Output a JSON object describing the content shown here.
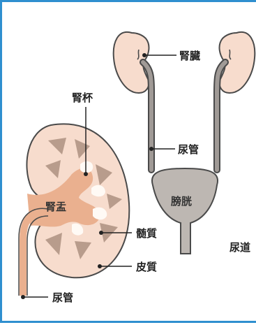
{
  "labels": {
    "kidney": "腎臓",
    "ureter_top": "尿管",
    "bladder": "膀胱",
    "urethra": "尿道",
    "calyx": "腎杯",
    "pelvis": "腎盂",
    "medulla": "髄質",
    "cortex": "皮質",
    "ureter_bottom": "尿管"
  },
  "colors": {
    "frame": "#2f8fcf",
    "kidney_fill": "#f7dccd",
    "outline": "#4a4a4a",
    "pyramid": "#b89c8c",
    "pelvis": "#eab08f",
    "ureter": "#a09a96",
    "bladder": "#bdb7b2"
  }
}
